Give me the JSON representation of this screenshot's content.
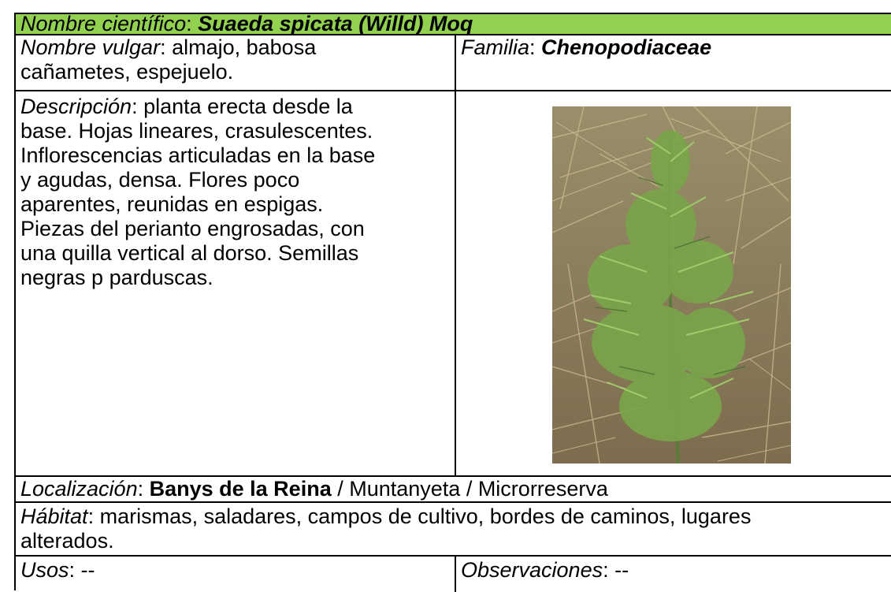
{
  "sheet": {
    "scientific_name_label": "Nombre científico",
    "scientific_name": "Suaeda spicata (Willd) Moq",
    "common_name_label": "Nombre vulgar",
    "common_name_line1": "almajo, babosa",
    "common_name_line2": "cañametes, espejuelo.",
    "family_label": "Familia",
    "family": "Chenopodiaceae",
    "description_label": "Descripción",
    "description_lines": [
      "planta erecta desde la",
      "base. Hojas lineares, crasulescentes.",
      "Inflorescencias articuladas en la base",
      "y agudas, densa. Flores poco",
      "aparentes, reunidas en espigas.",
      "Piezas del perianto engrosadas, con",
      "una quilla vertical al dorso. Semillas",
      "negras p parduscas."
    ],
    "location_label": "Localización",
    "location_bold": "Banys de la Reina",
    "location_rest": " / Muntanyeta / Microrreserva",
    "habitat_label": "Hábitat",
    "habitat_line1": "marismas, saladares, campos de cultivo, bordes de caminos, lugares",
    "habitat_line2": "alterados.",
    "uses_label": "Usos",
    "uses": "--",
    "observations_label": "Observaciones",
    "observations": "--",
    "header_color": "#92d050"
  }
}
